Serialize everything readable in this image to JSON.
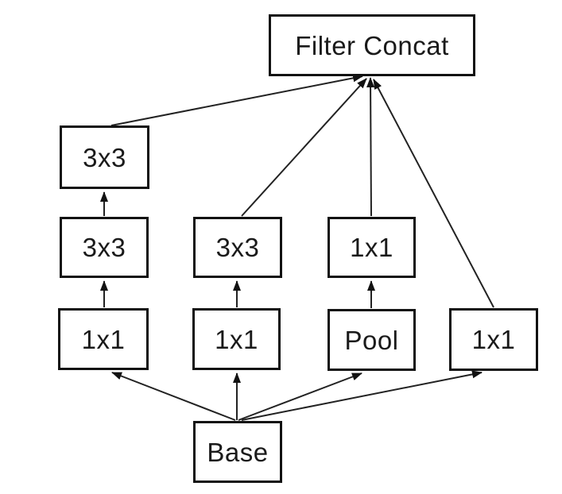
{
  "diagram": {
    "type": "neural-network-module-diagram",
    "nodes": {
      "filter_concat": {
        "label": "Filter Concat"
      },
      "conv3x3_top": {
        "label": "3x3"
      },
      "conv3x3_mid_left": {
        "label": "3x3"
      },
      "conv3x3_mid": {
        "label": "3x3"
      },
      "conv1x1_mid": {
        "label": "1x1"
      },
      "conv1x1_left": {
        "label": "1x1"
      },
      "conv1x1_center": {
        "label": "1x1"
      },
      "pool": {
        "label": "Pool"
      },
      "conv1x1_right": {
        "label": "1x1"
      },
      "base": {
        "label": "Base"
      }
    },
    "edges": [
      {
        "from": "conv3x3_top",
        "to": "filter_concat"
      },
      {
        "from": "conv3x3_mid",
        "to": "filter_concat"
      },
      {
        "from": "conv1x1_mid",
        "to": "filter_concat"
      },
      {
        "from": "conv1x1_right",
        "to": "filter_concat"
      },
      {
        "from": "conv3x3_mid_left",
        "to": "conv3x3_top"
      },
      {
        "from": "conv1x1_left",
        "to": "conv3x3_mid_left"
      },
      {
        "from": "conv1x1_center",
        "to": "conv3x3_mid"
      },
      {
        "from": "pool",
        "to": "conv1x1_mid"
      },
      {
        "from": "base",
        "to": "conv1x1_left"
      },
      {
        "from": "base",
        "to": "conv1x1_center"
      },
      {
        "from": "base",
        "to": "pool"
      },
      {
        "from": "base",
        "to": "conv1x1_right"
      }
    ],
    "colors": {
      "background": "#ffffff",
      "box_border": "#121212",
      "box_fill": "#ffffff",
      "text": "#1a1a1a",
      "arrow": "#222222"
    }
  }
}
